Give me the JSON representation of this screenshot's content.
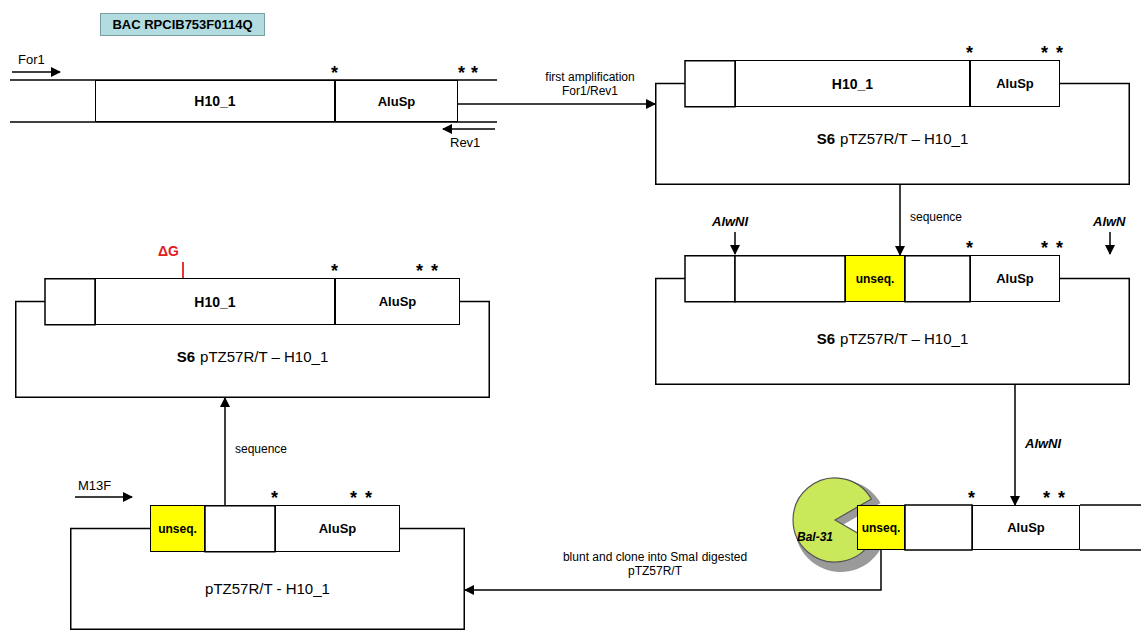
{
  "diagram": {
    "nodes": [
      {
        "text": [
          "BAC RPCIB753F0114Q"
        ]
      },
      {
        "text": [
          "H10_1"
        ]
      },
      {
        "text": [
          "AluSp"
        ]
      },
      {
        "text": [
          "S6",
          "pTZ57R/T – H10_1"
        ]
      },
      {
        "text": [
          "H10_1"
        ],
        "in": 3
      },
      {
        "text": [
          "AluSp"
        ],
        "in": 3
      },
      {
        "text": [
          "S6",
          "pTZ57R/T – H10_1"
        ]
      },
      {
        "text": [
          "unseq."
        ],
        "in": 6
      },
      {
        "text": [
          "AluSp"
        ],
        "in": 6
      },
      {
        "text": [
          "unseq."
        ]
      },
      {
        "text": [
          "AluSp"
        ]
      },
      {
        "text": [
          "pTZ57R/T - H10_1"
        ]
      },
      {
        "text": [
          "unseq."
        ],
        "in": 11
      },
      {
        "text": [
          "AluSp"
        ],
        "in": 11
      },
      {
        "text": [
          "S6",
          "pTZ57R/T – H10_1"
        ]
      },
      {
        "text": [
          "H10_1"
        ],
        "in": 14
      },
      {
        "text": [
          "AluSp"
        ],
        "in": 14
      }
    ],
    "edges": [
      {
        "from": 2,
        "to": 3,
        "arrow": "to",
        "label": "first amplification For1/Rev1"
      },
      {
        "from": 3,
        "to": 6,
        "arrow": "to",
        "label": "sequence"
      },
      {
        "from": 6,
        "to": 10,
        "arrow": "to",
        "label": "AlwNI"
      },
      {
        "from": 9,
        "to": 11,
        "arrow": "to",
        "label": "blunt and clone into SmaI digested pTZ57R/T"
      },
      {
        "from": 11,
        "to": 14,
        "arrow": "to",
        "label": "sequence"
      }
    ],
    "labels": [
      "For1",
      "Rev1",
      "*",
      "*",
      "*",
      "*",
      "*",
      "*",
      "AlwNI",
      "AlwN",
      "*",
      "*",
      "*",
      "*",
      "*",
      "*",
      "Bal-31",
      "M13F",
      "*",
      "*",
      "*",
      "ΔG",
      "*",
      "*",
      "*"
    ]
  }
}
